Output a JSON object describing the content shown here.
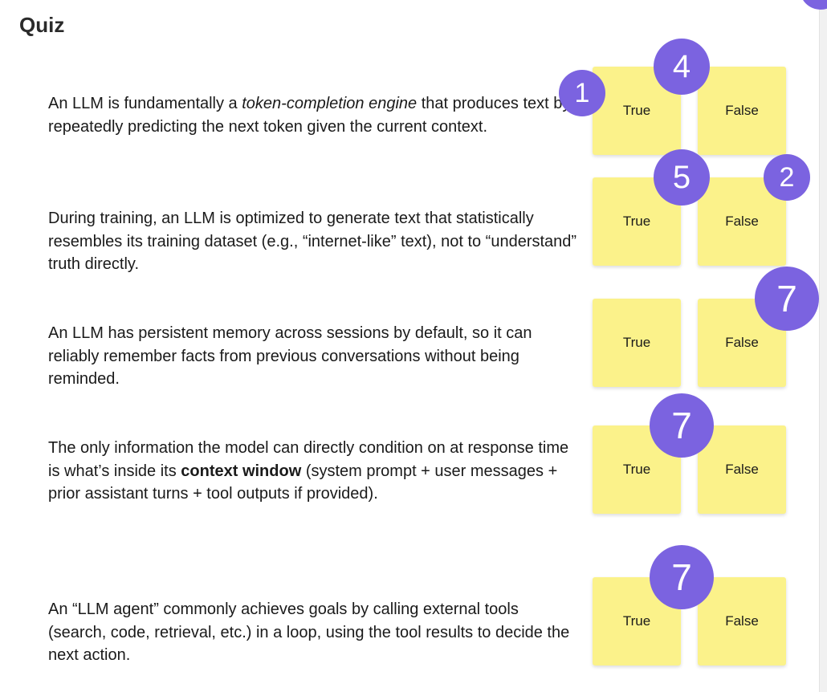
{
  "page": {
    "title": "Quiz"
  },
  "options": {
    "true_label": "True",
    "false_label": "False"
  },
  "questions": [
    {
      "parts": [
        {
          "text": "An LLM is fundamentally a ",
          "style": "normal"
        },
        {
          "text": "token-completion engine",
          "style": "italic"
        },
        {
          "text": " that produces text by repeatedly predicting the next token given the current context.",
          "style": "normal"
        }
      ]
    },
    {
      "parts": [
        {
          "text": "During training, an LLM is optimized to generate text that statistically resembles its training dataset (e.g., “internet-like” text), not to “understand” truth directly.",
          "style": "normal"
        }
      ]
    },
    {
      "parts": [
        {
          "text": "An LLM has persistent memory across sessions by default, so it can reliably remember facts from previous conversations without being reminded.",
          "style": "normal"
        }
      ]
    },
    {
      "parts": [
        {
          "text": "The only information the model can directly condition on at response time is what’s inside its ",
          "style": "normal"
        },
        {
          "text": "context window",
          "style": "bold"
        },
        {
          "text": " (system prompt + user messages + prior assistant turns + tool outputs if provided).",
          "style": "normal"
        }
      ]
    },
    {
      "parts": [
        {
          "text": "An “LLM agent” commonly achieves goals by calling external tools (search, code, retrieval, etc.) in a loop, using the tool results to decide the next action.",
          "style": "normal"
        }
      ]
    }
  ],
  "badges": {
    "q1_true_left": "1",
    "q1_true_top": "4",
    "q2_true_top": "5",
    "q2_false_right": "2",
    "q3_false_right": "7",
    "q4_true_top": "7",
    "q5_true_top": "7"
  },
  "colors": {
    "sticky": "#fbf28a",
    "badge": "#7b63e0",
    "badge_text": "#ffffff"
  }
}
